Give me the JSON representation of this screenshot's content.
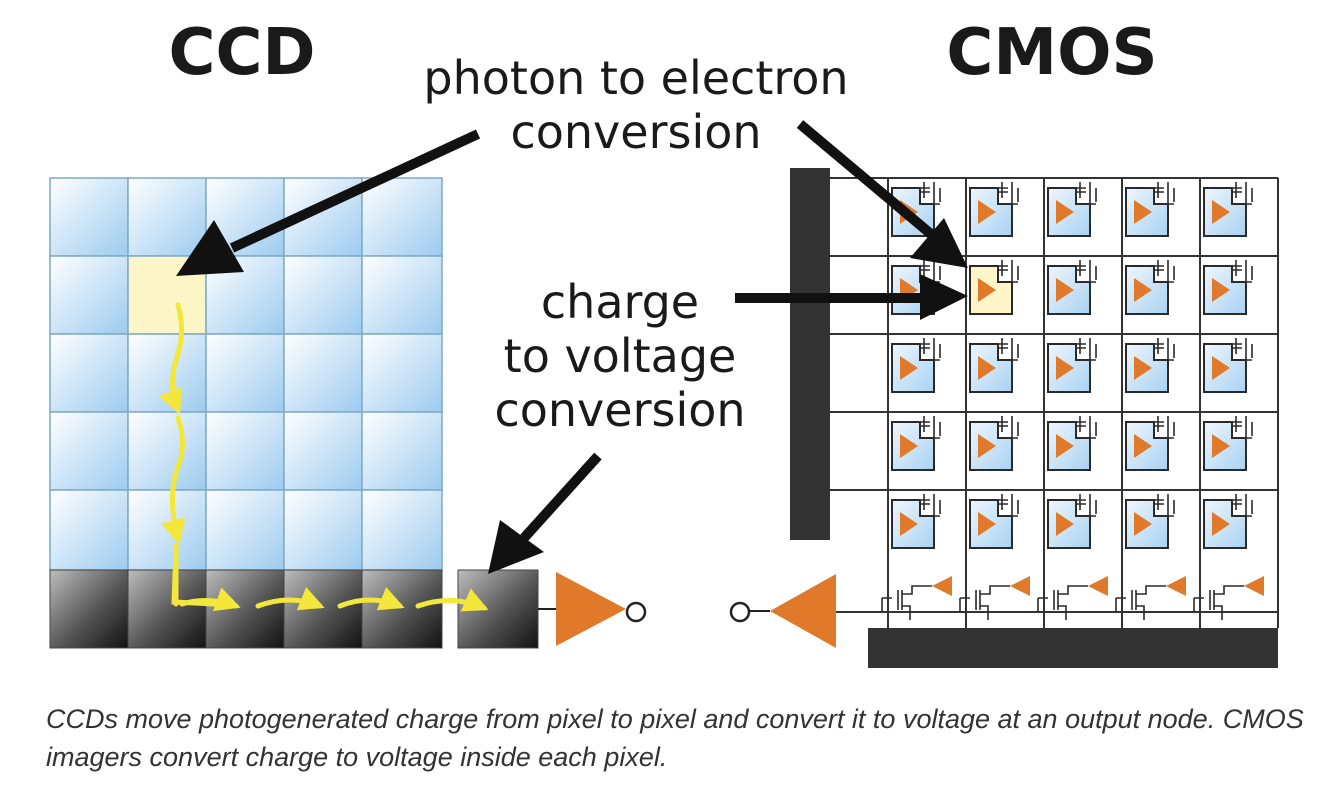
{
  "labels": {
    "ccd_title": "CCD",
    "cmos_title": "CMOS",
    "photon_line1": "photon to electron",
    "photon_line2": "conversion",
    "charge_line1": "charge",
    "charge_line2": "to voltage",
    "charge_line3": "conversion"
  },
  "caption": "CCDs move photogenerated charge from pixel to pixel and convert it to voltage at an output node. CMOS imagers convert charge to voltage inside each pixel.",
  "ccd_grid": {
    "rows": 5,
    "cols": 5,
    "highlighted_row": 2,
    "highlighted_col": 2
  },
  "cmos_grid": {
    "rows": 5,
    "cols": 5,
    "highlighted_row": 2,
    "highlighted_col": 2
  },
  "colors": {
    "pixel_top": "#ffffff",
    "pixel_bottom": "#9ccbef",
    "pixel_highlight": "#fdf6c8",
    "register_light": "#b3b3b3",
    "register_dark": "#1e1e1e",
    "amplifier": "#e07a2a",
    "charge_path": "#f2e73a",
    "bus": "#333333",
    "arrow": "#111111"
  }
}
